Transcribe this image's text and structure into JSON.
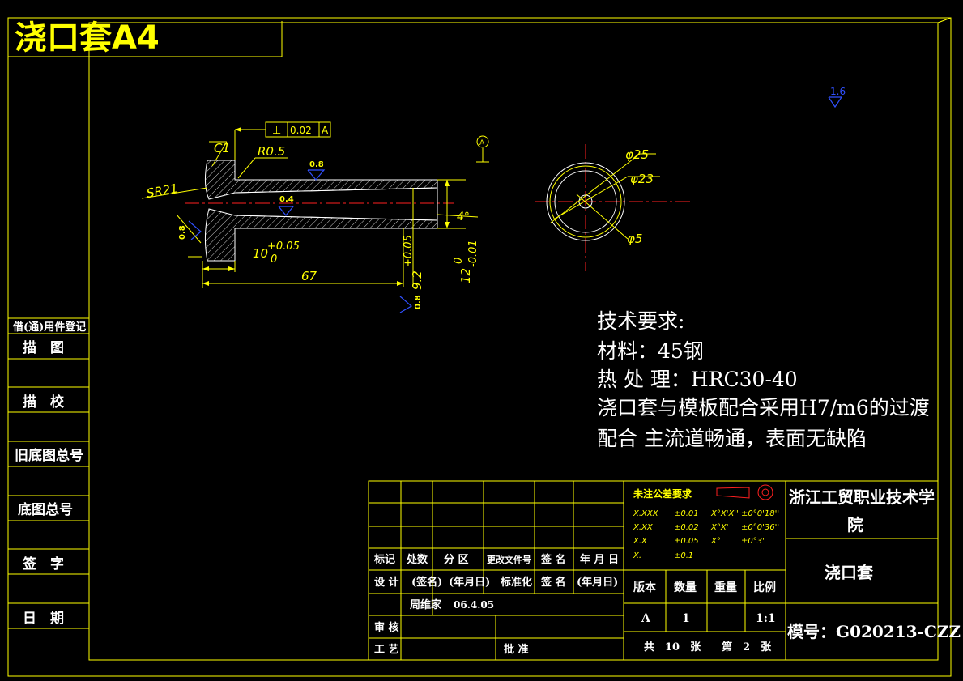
{
  "title": "浇口套A4",
  "colors": {
    "frame": "#ffff00",
    "geometry": "#ffffff",
    "center": "#ff2020",
    "dim": "#ffff00",
    "roughness": "#3050ff",
    "text": "#ffffff",
    "background": "#000000"
  },
  "side_labels": [
    "借(通)用件登记",
    "描　图",
    "描　校",
    "旧底图总号",
    "底图总号",
    "签　字",
    "日　期"
  ],
  "dims": {
    "chamfer": "C1",
    "fillet": "R0.5",
    "sphere": "SR21",
    "tol_box": {
      "symbol": "⊥",
      "value": "0.02",
      "datum": "A"
    },
    "datum": "A",
    "rough_08": "0.8",
    "rough_04": "0.4",
    "rough_16": "1.6",
    "len_10": "10",
    "len_10_tol_up": "+0.05",
    "len_10_tol_low": "0",
    "len_67": "67",
    "dia_92": "9.2",
    "dia_92_tol": "+0.05",
    "dia_12": "12",
    "dia_12_tol_up": "0",
    "dia_12_tol_low": "-0.01",
    "angle": "4°",
    "d25": "φ25",
    "d23": "φ23",
    "d5": "φ5"
  },
  "notes": {
    "heading": "技术要求:",
    "lines": [
      "材料：45钢",
      "热 处 理：HRC30-40",
      "浇口套与模板配合采用H7/m6的过渡",
      "配合 主流道畅通，表面无缺陷"
    ]
  },
  "titleblock": {
    "row_labels1": [
      "标记",
      "处数",
      "分 区",
      "更改文件号",
      "签 名",
      "年 月 日"
    ],
    "row_labels2": [
      "设 计",
      "(签名)",
      "(年月日)",
      "标准化",
      "签 名",
      "(年月日)"
    ],
    "designer": "周维家",
    "date": "06.4.05",
    "review": "审 核",
    "process": "工 艺",
    "approve": "批 准",
    "tolerance_title": "未注公差要求",
    "tolerances": [
      [
        "X.XXX",
        "±0.01",
        "X°X'X''",
        "±0°0'18''"
      ],
      [
        "X.XX",
        "±0.02",
        "X°X'",
        "±0°0'36''"
      ],
      [
        "X.X",
        "±0.05",
        "X°",
        "±0°3'"
      ],
      [
        "X.",
        "±0.1",
        "",
        ""
      ]
    ],
    "version_h": "版本",
    "qty_h": "数量",
    "weight_h": "重量",
    "scale_h": "比例",
    "version": "A",
    "qty": "1",
    "scale": "1:1",
    "sheets": "共　10　张　　第　2　张",
    "school": "浙江工贸职业技术学院",
    "part_name": "浇口套",
    "drawing_no": "模号：G020213-CZZ"
  }
}
